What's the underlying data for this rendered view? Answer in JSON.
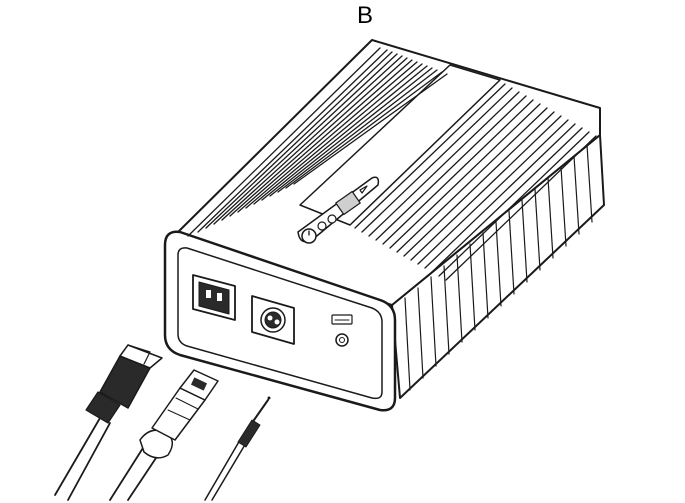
{
  "figure": {
    "label": "B"
  },
  "parts": {
    "device": "charger-enclosure",
    "connectors": [
      "iec-power-cord",
      "dc-output-connector",
      "stereo-jack-cable"
    ],
    "icons": [
      "power-icon",
      "usb-icon",
      "play-icon"
    ]
  },
  "colors": {
    "line": "#1a1a1a",
    "fill": "#ffffff",
    "shade": "#cfcfcf",
    "dark": "#2a2a2a"
  }
}
